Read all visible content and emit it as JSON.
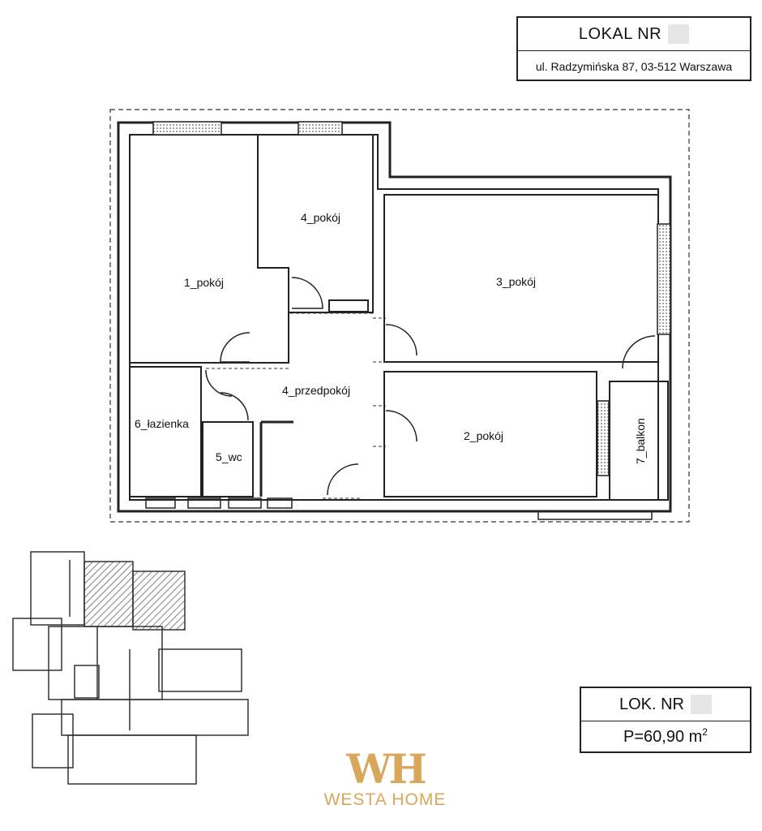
{
  "header": {
    "unit_label": "LOKAL NR",
    "address": "ul. Radzymińska 87, 03-512 Warszawa"
  },
  "rooms": [
    {
      "key": "room_1",
      "label": "1_pokój"
    },
    {
      "key": "room_4a",
      "label": "4_pokój"
    },
    {
      "key": "room_3",
      "label": "3_pokój"
    },
    {
      "key": "room_hall",
      "label": "4_przedpokój"
    },
    {
      "key": "room_6",
      "label": "6_łazienka"
    },
    {
      "key": "room_5",
      "label": "5_wc"
    },
    {
      "key": "room_2",
      "label": "2_pokój"
    },
    {
      "key": "room_7",
      "label": "7_balkon"
    }
  ],
  "area": {
    "unit_label": "LOK. NR",
    "value": "P=60,90 m",
    "unit_sup": "2"
  },
  "brand": {
    "mark": "WH",
    "name": "WESTA HOME"
  },
  "colors": {
    "wall": "#222222",
    "brand_gold": "#d9a75b",
    "redaction": "#e6e6e6",
    "highlight_hatch": "#555555"
  }
}
